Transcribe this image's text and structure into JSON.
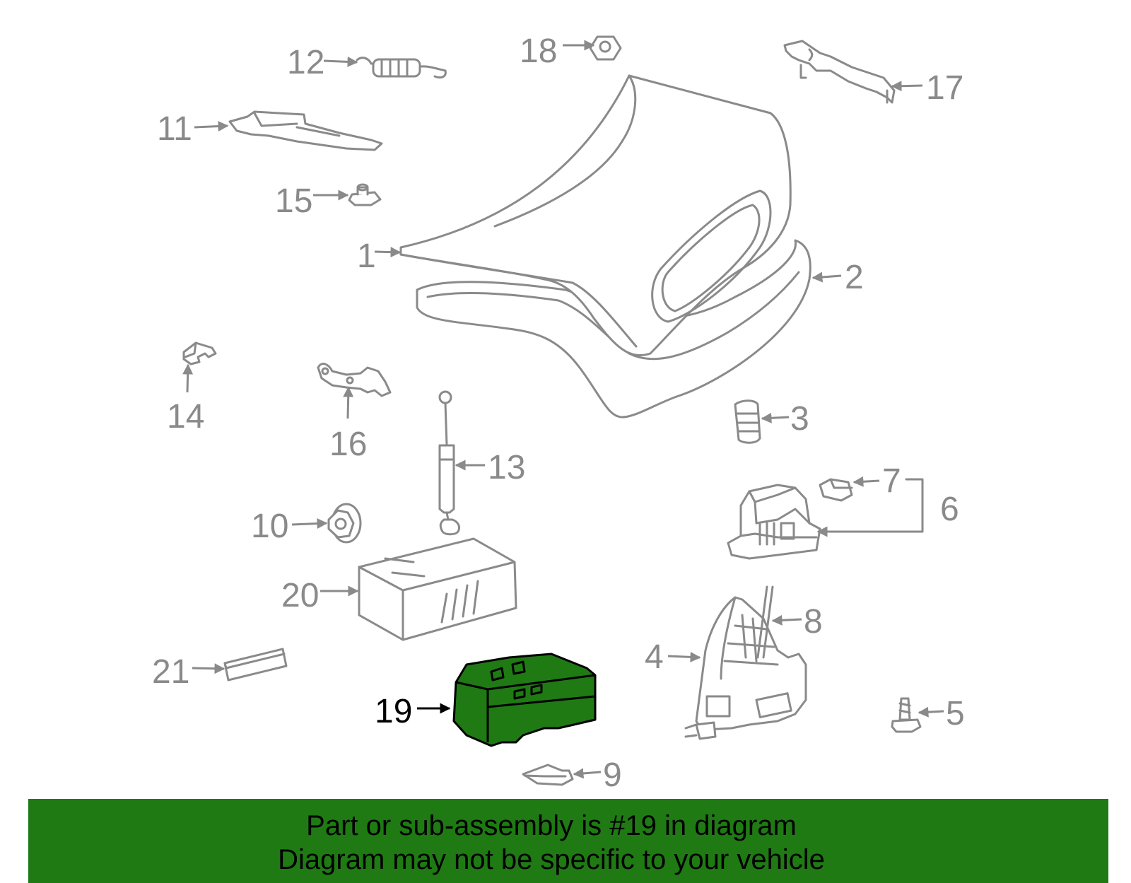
{
  "colors": {
    "highlight": "#1f7a14",
    "footer_bar": "#1f7a14",
    "line_gray": "#8a8a8a"
  },
  "highlighted_part": "19",
  "callouts": {
    "c1": "1",
    "c2": "2",
    "c3": "3",
    "c4": "4",
    "c5": "5",
    "c6": "6",
    "c7": "7",
    "c8": "8",
    "c9": "9",
    "c10": "10",
    "c11": "11",
    "c12": "12",
    "c13": "13",
    "c14": "14",
    "c15": "15",
    "c16": "16",
    "c17": "17",
    "c18": "18",
    "c19": "19",
    "c20": "20",
    "c21": "21"
  },
  "footer": {
    "line1": "Part or sub-assembly is #19 in diagram",
    "line2": "Diagram may not be specific to your vehicle"
  }
}
